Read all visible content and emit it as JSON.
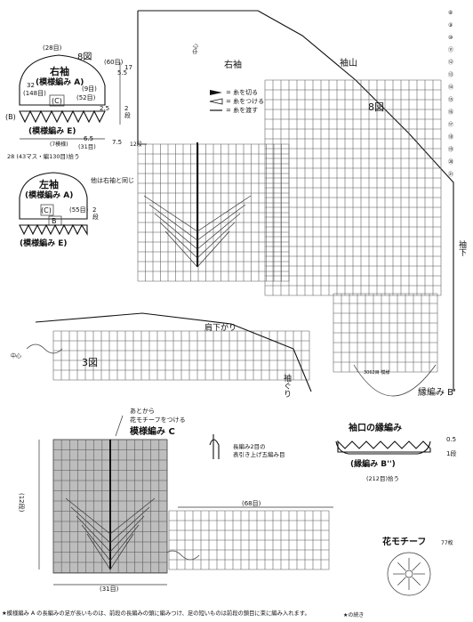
{
  "right_sleeve_schematic": {
    "title": "右袖",
    "subtitle": "(模様編み A)",
    "figure_ref": "8図",
    "c_label": "(C)",
    "b_label": "(B)",
    "e_label": "(模様編み E)",
    "top_count": "(28目)",
    "width_top": "(60目)",
    "side_left_1": "32",
    "side_left_2": "(148目)",
    "side_num_1": "(9目)",
    "side_num_2": "(52目)",
    "h_1": "5.5",
    "h_2": "17",
    "h_3": "2.5",
    "h_4": "2",
    "h_5": "段",
    "bottom_count": "(7模様)",
    "pick_up_note": "28 (43マス・編130目)拾う",
    "sym_a": "6.5",
    "sym_a_sub": "(31目)",
    "sym_b": "7.5",
    "sym_b_sub": "12段"
  },
  "left_sleeve_schematic": {
    "title": "左袖",
    "subtitle": "(模様編み A)",
    "note": "他は右袖と同じ",
    "c_label": "(C)",
    "b_label": "B",
    "count": "(55目)",
    "h_1": "2",
    "h_2": "段",
    "e_label": "(模様編み E)"
  },
  "legend": {
    "cut": "= 糸を切る",
    "attach": "= 糸をつける",
    "move": "= 糸を渡す"
  },
  "main_chart": {
    "title_right": "右袖",
    "sleeve_cap": "袖山",
    "figure_ref": "8図",
    "center": "中心",
    "underarm": "袖下",
    "pattern_b_prime": "縁編み B'",
    "motif_count": "3062目 模様"
  },
  "yoke_chart": {
    "figure_ref": "3図",
    "shoulder": "肩下がり",
    "armhole": "袖ぐり",
    "center": "中心"
  },
  "cuff": {
    "title": "袖口の縁編み",
    "pattern": "(縁編み B'')",
    "count": "(212目)拾う",
    "h_1": "0.5",
    "h_2": "1段"
  },
  "pattern_c": {
    "note_line1": "あとから",
    "note_line2": "花モチーフをつける",
    "title": "模様編み C",
    "count_bottom": "(31目)",
    "rows": "(12段)",
    "width_count": "(68目)"
  },
  "stitch_note": {
    "line1": "長編み2目の",
    "line2": "表引き上げ五編み目"
  },
  "flower": {
    "title": "花モチーフ",
    "count": "77枚",
    "continue_label": "★の続き"
  },
  "footnote": "★模様編み A の長編みの足が長いものは、前段の長編みの頭に編みつけ、足の短いものは前段の鎖目に束に編み入れます。",
  "row_numbers": [
    "⑧",
    "⑨",
    "⑩",
    "⑪",
    "⑫",
    "⑬",
    "⑭",
    "⑮",
    "⑯",
    "⑰",
    "⑱",
    "⑲",
    "⑳",
    "㉑"
  ],
  "colors": {
    "shade": "#bdbdbd",
    "ink": "#111111"
  }
}
